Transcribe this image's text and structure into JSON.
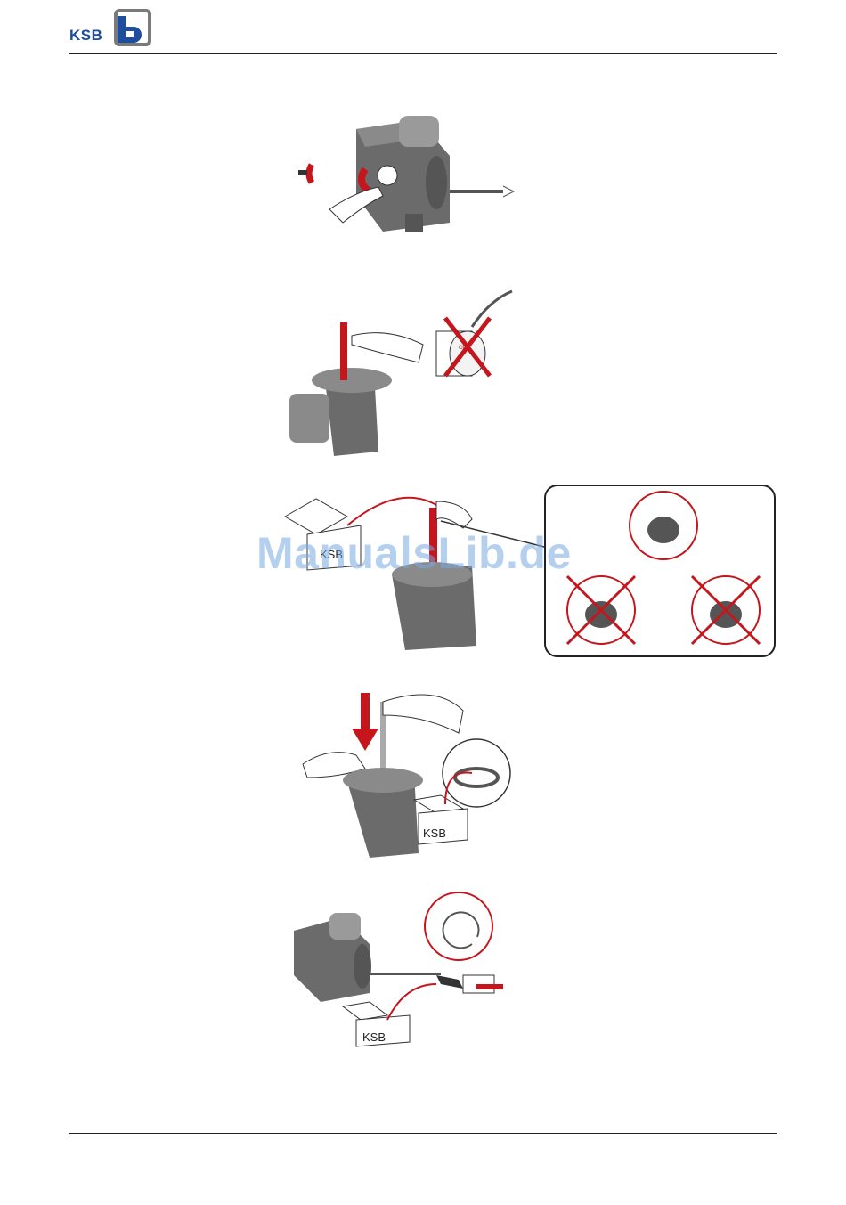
{
  "header": {
    "logo_text": "KSB"
  },
  "figure3": {
    "box_label": "KSB"
  },
  "figure4": {
    "box_label": "KSB"
  },
  "figure5": {
    "box_label": "KSB"
  },
  "watermark": "ManualsLib.de",
  "colors": {
    "brand": "#1f4e9c",
    "accent_red": "#c4161c",
    "motor_grey": "#6b6b6b"
  },
  "icons": [
    "ksb-logo-icon",
    "rotate-arrow-icon",
    "cross-out-icon",
    "push-arrow-icon"
  ]
}
